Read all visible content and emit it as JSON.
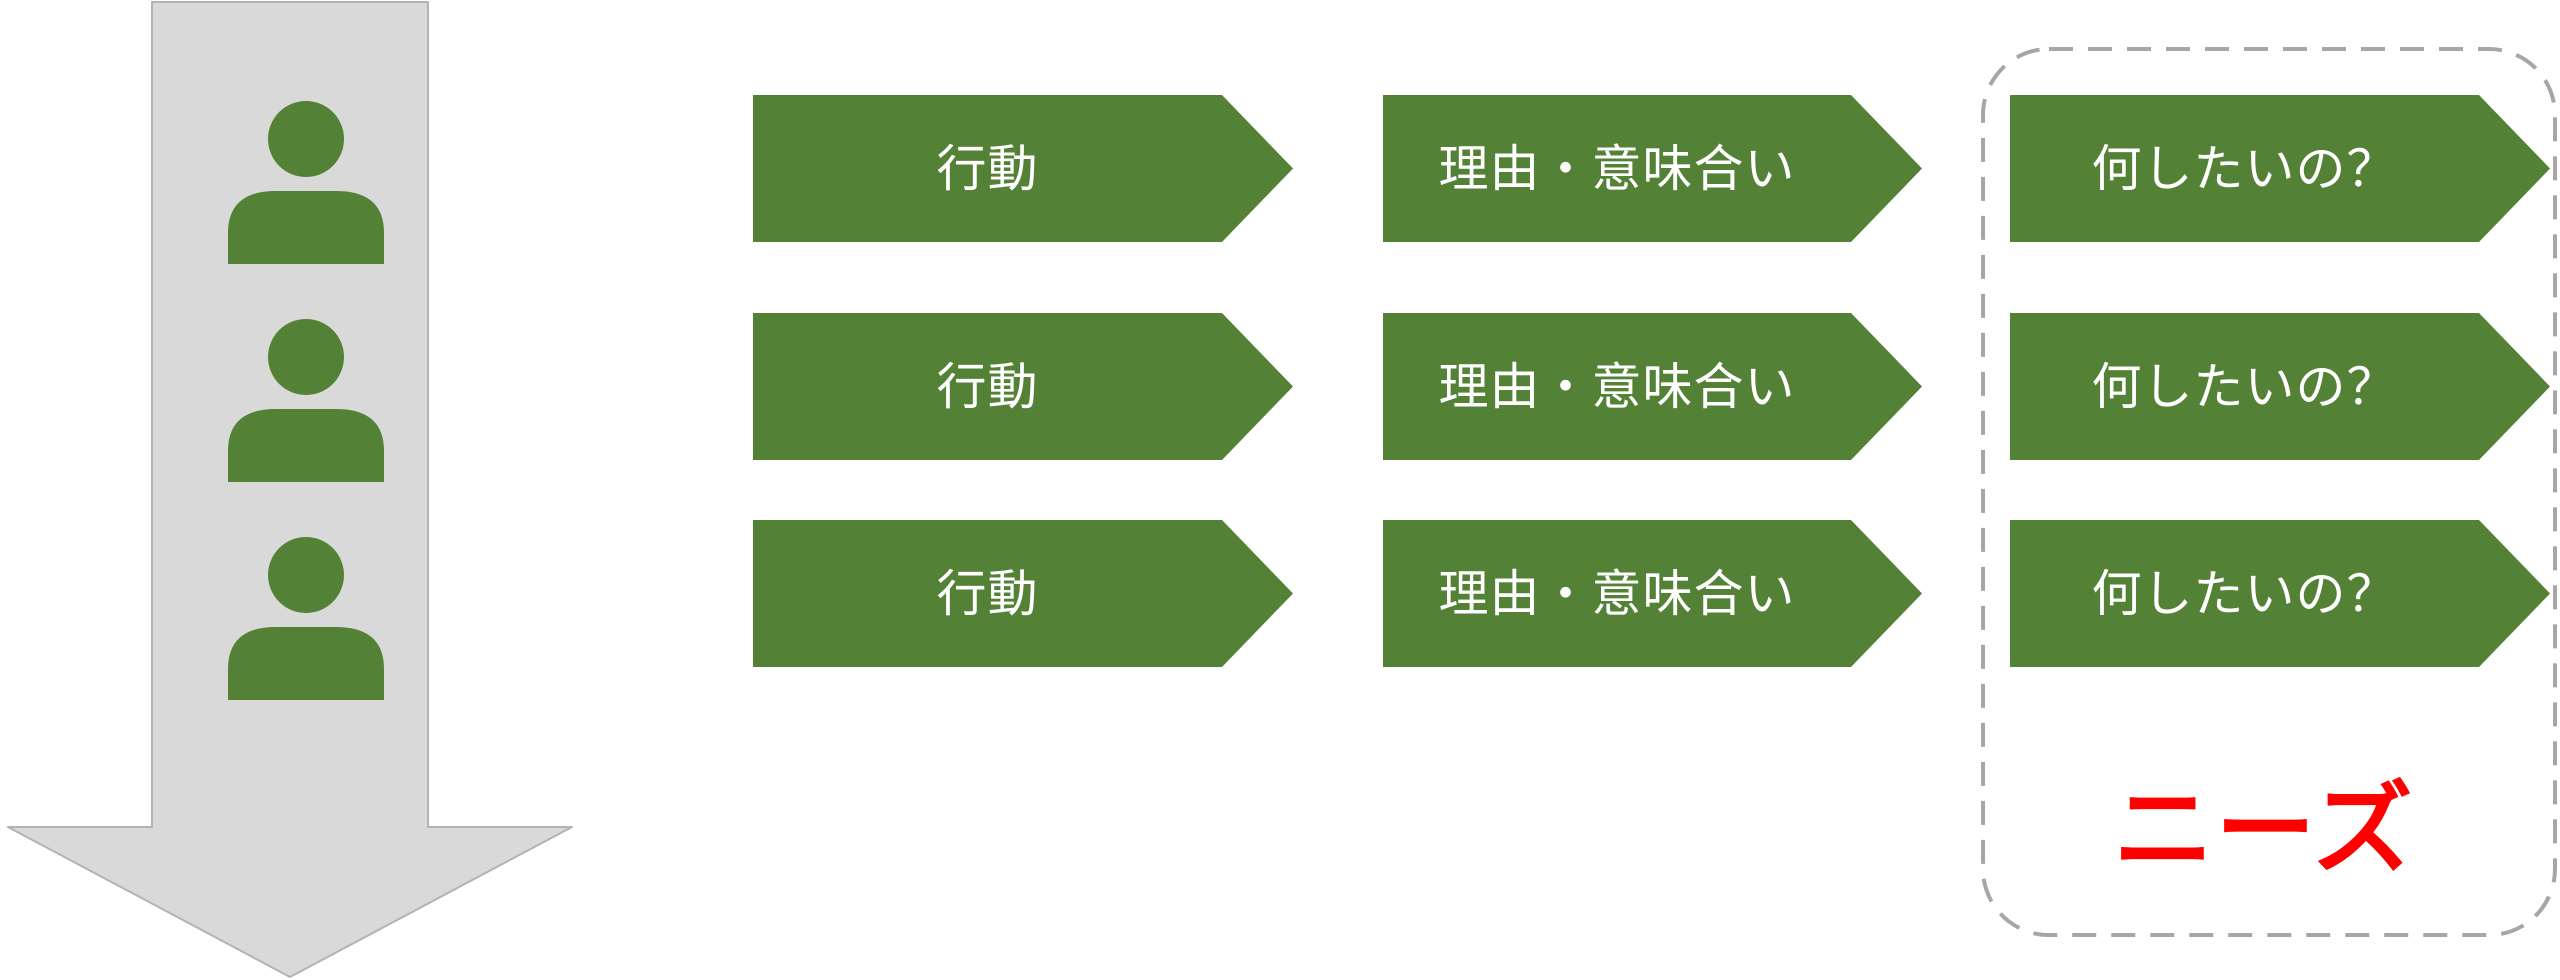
{
  "slide": {
    "description": "customer behavior to needs flow diagram",
    "background": "#ffffff"
  },
  "colors": {
    "green": "#538135",
    "arrow_gray": "#d9d9d9",
    "arrow_gray_border": "#b3b3b3",
    "dashed_border": "#a6a6a6",
    "needs_red": "#ff0000",
    "step_text": "#ffffff"
  },
  "audience_arrow": {
    "icon": "person-icon",
    "person_count": 3,
    "direction": "down"
  },
  "flow_rows": [
    {
      "steps": [
        {
          "label": "行動"
        },
        {
          "label": "理由・意味合い"
        },
        {
          "label": "何したいの？"
        }
      ]
    },
    {
      "steps": [
        {
          "label": "行動"
        },
        {
          "label": "理由・意味合い"
        },
        {
          "label": "何したいの？"
        }
      ]
    },
    {
      "steps": [
        {
          "label": "行動"
        },
        {
          "label": "理由・意味合い"
        },
        {
          "label": "何したいの？"
        }
      ]
    }
  ],
  "needs_box": {
    "label": "ニーズ"
  }
}
